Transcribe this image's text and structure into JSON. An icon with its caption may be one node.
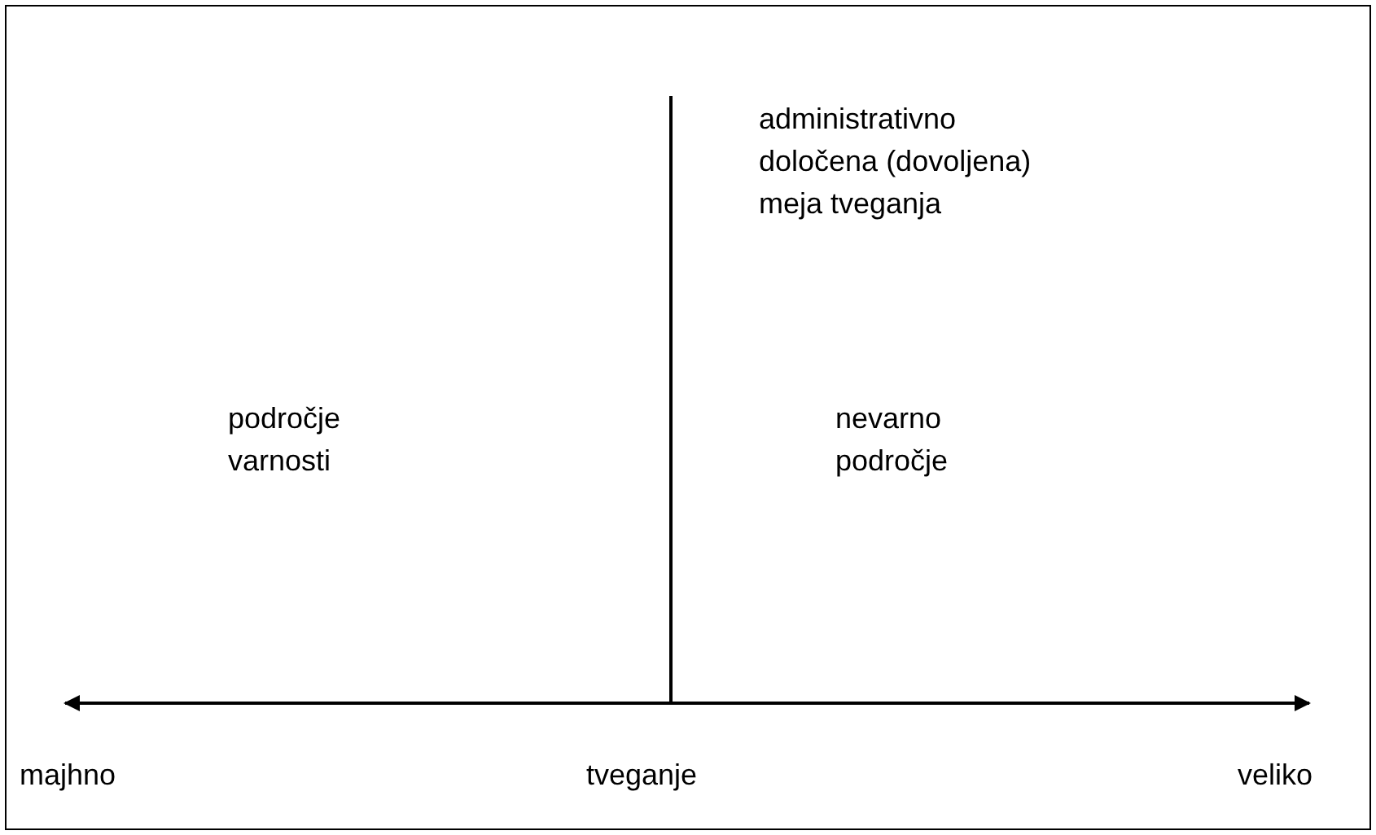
{
  "diagram": {
    "labels": [
      "administrativno določena (dovoljena) meja tveganja",
      "področje varnosti",
      "nevarno področje",
      "majhno",
      "tveganje",
      "veliko"
    ]
  }
}
